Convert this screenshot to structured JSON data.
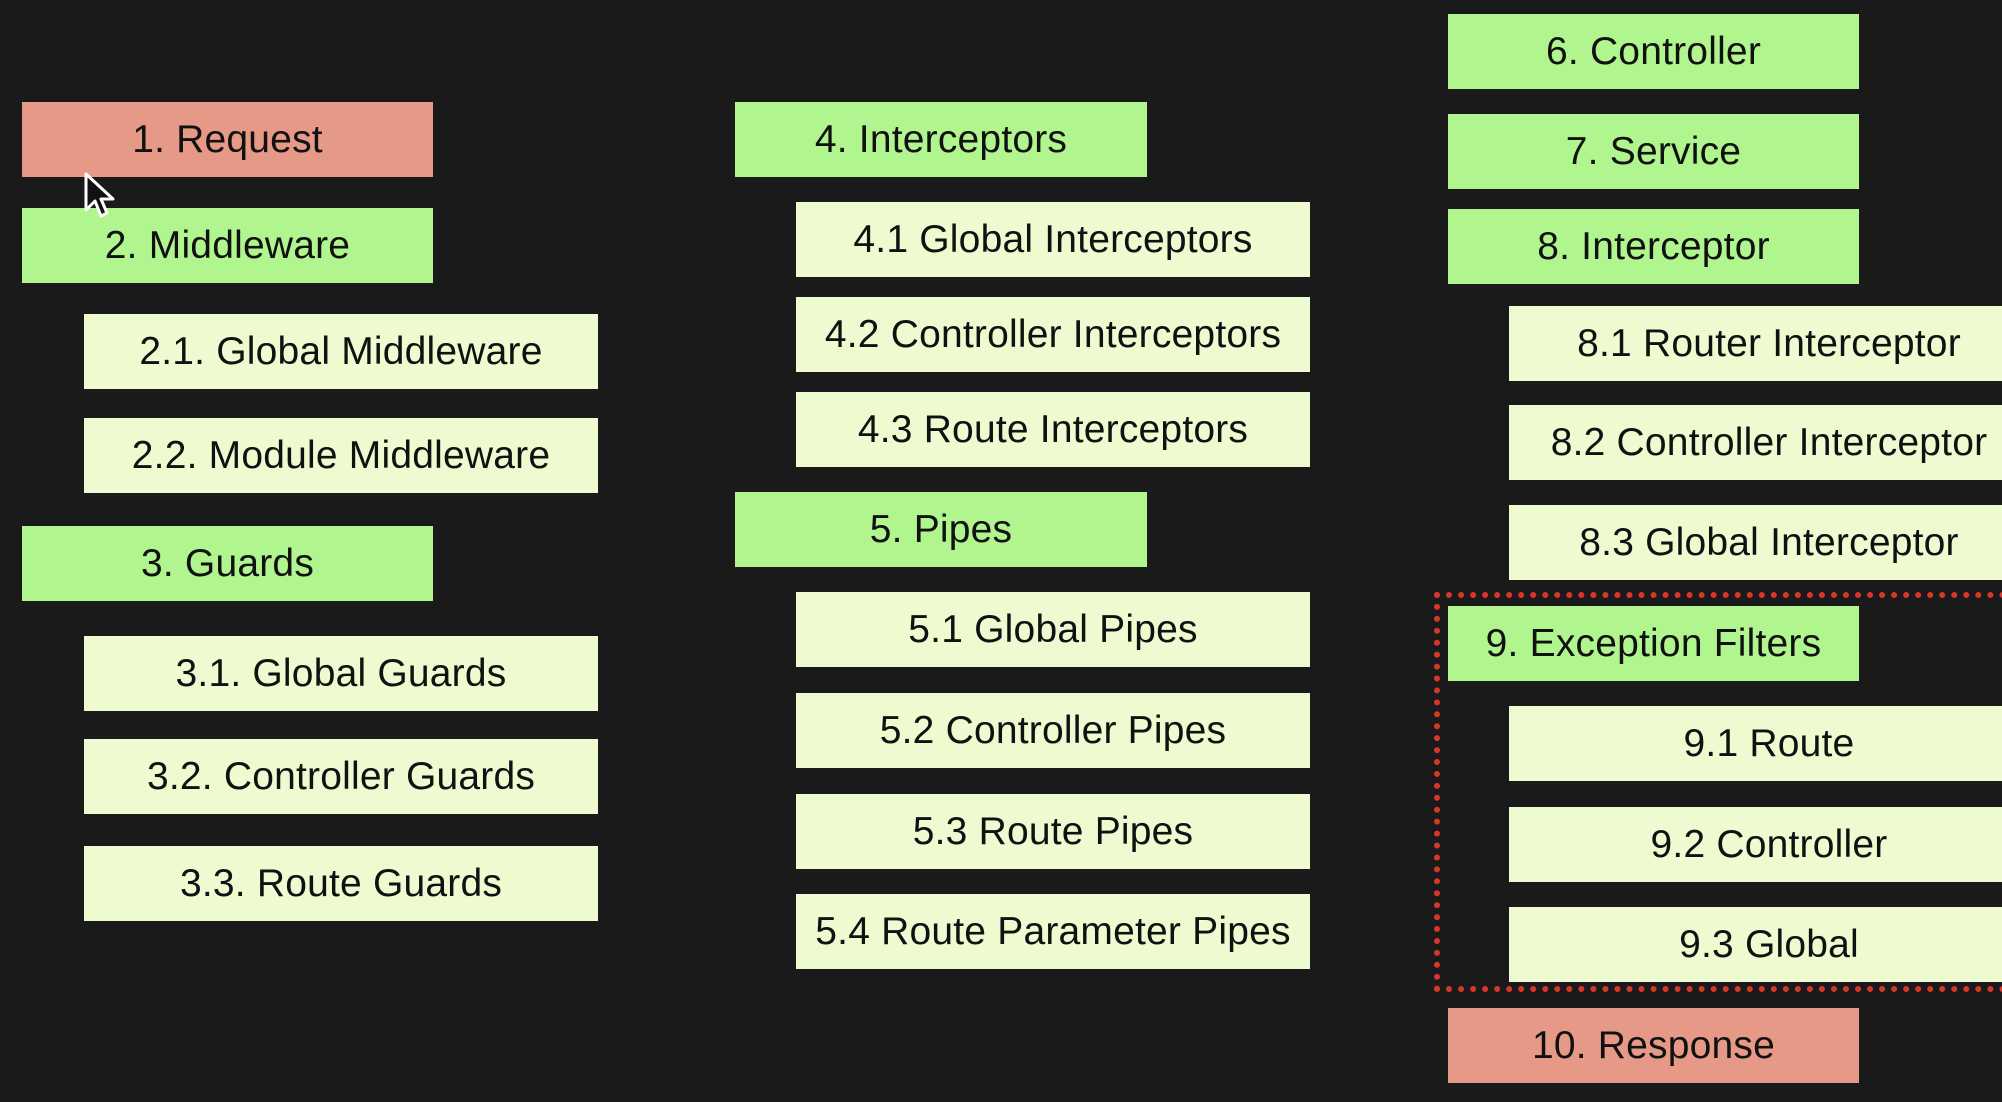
{
  "colors": {
    "background": "#1a1a1a",
    "stage": "#b1f58f",
    "substage": "#eefacf",
    "endpoint": "#e69987",
    "highlight_border": "#d9362a"
  },
  "column1": {
    "request": "1. Request",
    "middleware": {
      "label": "2. Middleware",
      "items": [
        "2.1. Global Middleware",
        "2.2. Module Middleware"
      ]
    },
    "guards": {
      "label": "3. Guards",
      "items": [
        "3.1. Global Guards",
        "3.2. Controller Guards",
        "3.3. Route Guards"
      ]
    }
  },
  "column2": {
    "interceptors": {
      "label": "4. Interceptors",
      "items": [
        "4.1 Global Interceptors",
        "4.2 Controller Interceptors",
        "4.3 Route Interceptors"
      ]
    },
    "pipes": {
      "label": "5. Pipes",
      "items": [
        "5.1 Global Pipes",
        "5.2 Controller Pipes",
        "5.3 Route Pipes",
        "5.4 Route Parameter Pipes"
      ]
    }
  },
  "column3": {
    "controller": "6. Controller",
    "service": "7. Service",
    "interceptor": {
      "label": "8. Interceptor",
      "items": [
        "8.1 Router Interceptor",
        "8.2 Controller Interceptor",
        "8.3 Global Interceptor"
      ]
    },
    "exception_filters": {
      "label": "9. Exception Filters",
      "items": [
        "9.1 Route",
        "9.2 Controller",
        "9.3 Global"
      ]
    },
    "response": "10. Response"
  },
  "cursor": "mouse-pointer-icon"
}
